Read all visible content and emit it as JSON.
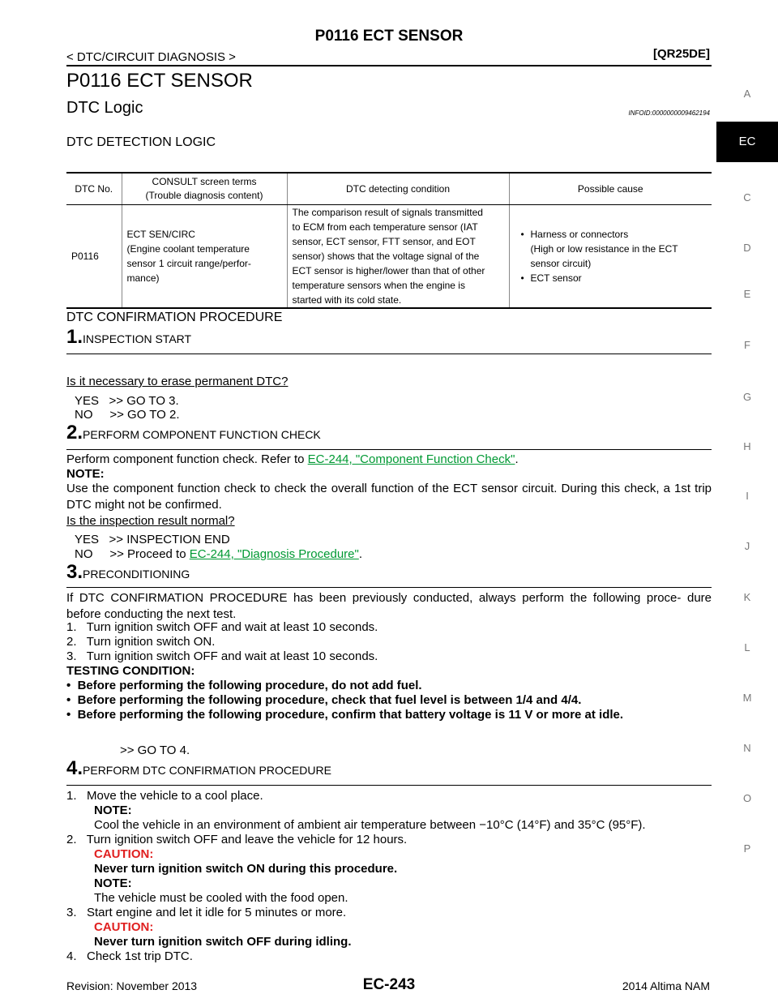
{
  "header": {
    "title": "P0116 ECT SENSOR",
    "section": "< DTC/CIRCUIT DIAGNOSIS >",
    "engine": "[QR25DE]"
  },
  "side_index": [
    "A",
    "EC",
    "C",
    "D",
    "E",
    "F",
    "G",
    "H",
    "I",
    "J",
    "K",
    "L",
    "M",
    "N",
    "O",
    "P"
  ],
  "side_index_active": "EC",
  "page_title": "P0116 ECT SENSOR",
  "dtc_logic": {
    "heading": "DTC Logic",
    "infoid": "INFOID:0000000009462194",
    "detection_heading": "DTC DETECTION LOGIC",
    "table": {
      "headers": [
        "DTC No.",
        "CONSULT screen terms\n(Trouble diagnosis content)",
        "DTC detecting condition",
        "Possible cause"
      ],
      "row": {
        "dtc_no": "P0116",
        "consult": "ECT SEN/CIRC\n(Engine coolant temperature\nsensor 1 circuit range/perfor-\nmance)",
        "condition": "The comparison result of signals transmitted\nto ECM from each temperature sensor (IAT\nsensor, ECT sensor, FTT sensor, and EOT\nsensor) shows that the voltage signal of the\nECT sensor is higher/lower than that of other\ntemperature sensors when the engine is\nstarted with its cold state.",
        "causes": [
          "Harness or connectors\n(High or low resistance in the ECT\nsensor circuit)",
          "ECT sensor"
        ]
      }
    }
  },
  "confirmation": {
    "heading": "DTC CONFIRMATION PROCEDURE",
    "step1": {
      "num": "1.",
      "title": "INSPECTION START",
      "question": "Is it necessary to erase permanent DTC?",
      "yes": "YES   >> GO TO 3.",
      "no": "NO     >> GO TO 2."
    },
    "step2": {
      "num": "2.",
      "title": "PERFORM COMPONENT FUNCTION CHECK",
      "text_pre": "Perform component function check. Refer to ",
      "link": "EC-244, \"Component Function Check\"",
      "text_post": ".",
      "note_label": "NOTE:",
      "note": "Use the component function check to check the overall function of the ECT sensor circuit. During this check, a 1st trip DTC might not be confirmed.",
      "question": "Is the inspection result normal?",
      "yes": "YES   >> INSPECTION END",
      "no_pre": "NO     >> Proceed to ",
      "no_link": "EC-244, \"Diagnosis Procedure\"",
      "no_post": "."
    },
    "step3": {
      "num": "3.",
      "title": "PRECONDITIONING",
      "intro": "If DTC CONFIRMATION PROCEDURE has been previously conducted, always perform the following proce- dure before conducting the next test.",
      "items": [
        "1.   Turn ignition switch OFF and wait at least 10 seconds.",
        "2.   Turn ignition switch ON.",
        "3.   Turn ignition switch OFF and wait at least 10 seconds."
      ],
      "testing_label": "TESTING CONDITION:",
      "conditions": [
        "Before performing the following procedure, do not add fuel.",
        "Before performing the following procedure, check that fuel level is between 1/4 and 4/4.",
        "Before performing the following procedure, confirm that battery voltage is 11 V or more at idle."
      ],
      "goto": ">> GO TO 4."
    },
    "step4": {
      "num": "4.",
      "title": "PERFORM DTC CONFIRMATION PROCEDURE",
      "i1": "1.   Move the vehicle to a cool place.",
      "i1_note_label": "NOTE:",
      "i1_note": "Cool the vehicle in an environment of ambient air temperature between −10°C (14°F) and 35°C (95°F).",
      "i2": "2.   Turn ignition switch OFF and leave the vehicle for 12 hours.",
      "i2_caution_label": "CAUTION:",
      "i2_caution": "Never turn ignition switch ON during this procedure.",
      "i2_note_label": "NOTE:",
      "i2_note": "The vehicle must be cooled with the food open.",
      "i3": "3.   Start engine and let it idle for 5 minutes or more.",
      "i3_caution_label": "CAUTION:",
      "i3_caution": "Never turn ignition switch OFF during idling.",
      "i4": "4.   Check 1st trip DTC."
    }
  },
  "footer": {
    "revision": "Revision: November 2013",
    "page": "EC-243",
    "model": "2014 Altima NAM"
  }
}
